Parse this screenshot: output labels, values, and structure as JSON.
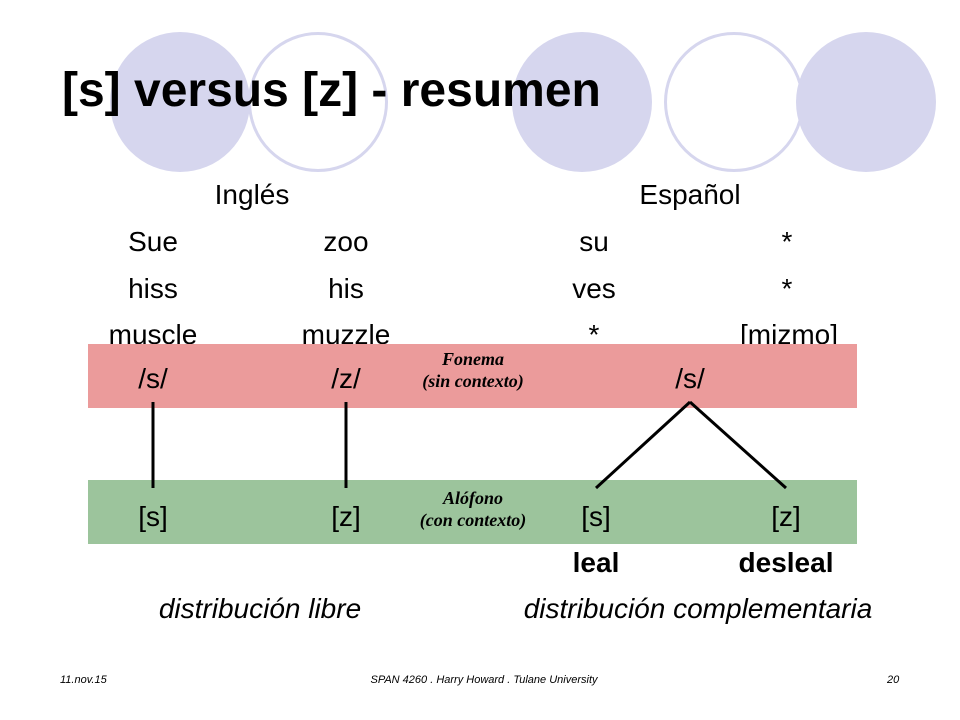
{
  "slide": {
    "title": "[s] versus [z] - resumen",
    "headers": {
      "left": "Inglés",
      "right": "Español"
    },
    "rows": [
      [
        "Sue",
        "zoo",
        "su",
        "*"
      ],
      [
        "hiss",
        "his",
        "ves",
        "*"
      ],
      [
        "muscle",
        "muzzle",
        "*",
        "[mizmo]"
      ]
    ],
    "fonema": {
      "label_line1": "Fonema",
      "label_line2": "(sin contexto)",
      "items": [
        "/s/",
        "/z/",
        "/s/"
      ]
    },
    "alofono": {
      "label_line1": "Alófono",
      "label_line2": "(con contexto)",
      "items": [
        "[s]",
        "[z]",
        "[s]",
        "[z]"
      ]
    },
    "examples": [
      "leal",
      "desleal"
    ],
    "distribution": {
      "left": "distribución libre",
      "right": "distribución complementaria"
    },
    "footer": {
      "date": "11.nov.15",
      "course": "SPAN 4260 . Harry Howard . Tulane University",
      "page": "20"
    },
    "colors": {
      "circle": "#d6d6ee",
      "fonema_band": "#eb9b9b",
      "alofono_band": "#9cc49c"
    }
  }
}
